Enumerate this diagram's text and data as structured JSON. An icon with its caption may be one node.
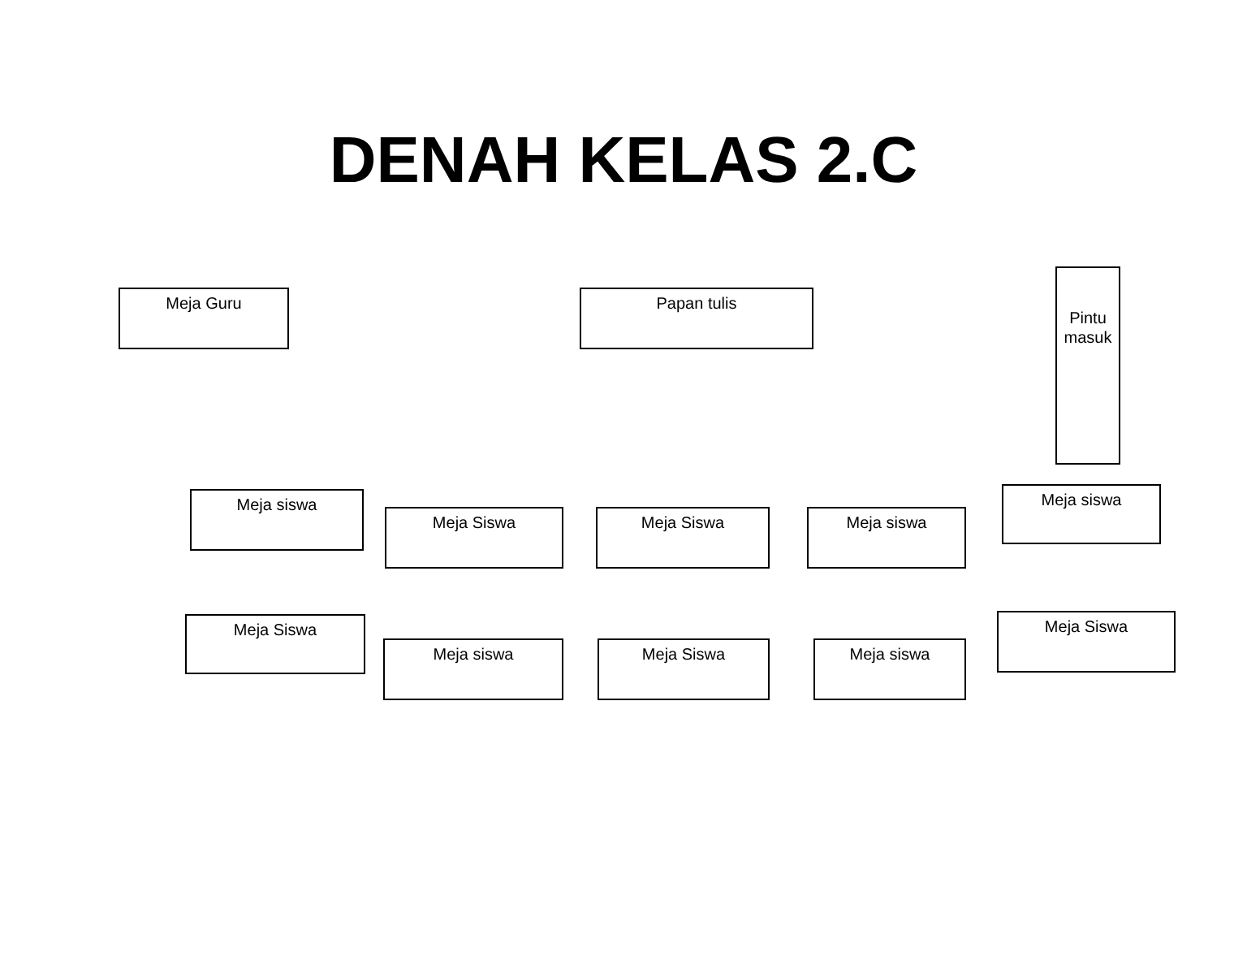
{
  "diagram": {
    "title": "DENAH KELAS 2.C",
    "nodes": [
      {
        "text": [
          "Meja Guru"
        ]
      },
      {
        "text": [
          "Papan tulis"
        ]
      },
      {
        "text": [
          "Pintu masuk"
        ]
      },
      {
        "text": [
          "Meja siswa"
        ]
      },
      {
        "text": [
          "Meja Siswa"
        ]
      },
      {
        "text": [
          "Meja Siswa"
        ]
      },
      {
        "text": [
          "Meja siswa"
        ]
      },
      {
        "text": [
          "Meja siswa"
        ]
      },
      {
        "text": [
          "Meja Siswa"
        ]
      },
      {
        "text": [
          "Meja siswa"
        ]
      },
      {
        "text": [
          "Meja Siswa"
        ]
      },
      {
        "text": [
          "Meja siswa"
        ]
      },
      {
        "text": [
          "Meja Siswa"
        ]
      }
    ]
  }
}
